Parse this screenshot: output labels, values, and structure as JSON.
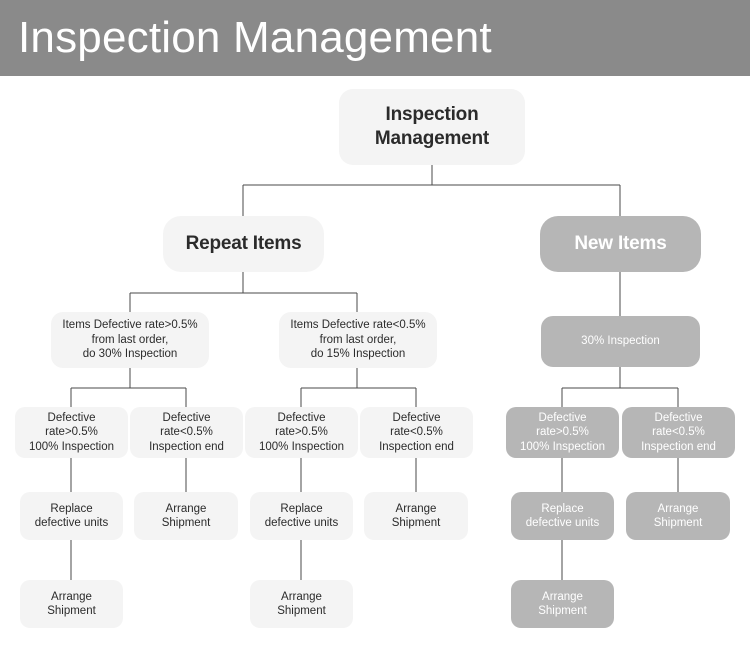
{
  "header": {
    "title": "Inspection Management",
    "background_color": "#8a8a8a",
    "text_color": "#ffffff"
  },
  "theme": {
    "page_background": "#ffffff",
    "node_light_bg": "#f4f4f4",
    "node_light_text": "#2b2b2b",
    "node_gray_bg": "#b6b6b6",
    "node_gray_text": "#ffffff",
    "edge_color": "#4a4a4a"
  },
  "chart_data": {
    "type": "diagram",
    "diagram_type": "flowchart-tree",
    "title": "Inspection Management",
    "orientation": "top-down",
    "nodes": [
      {
        "id": "root",
        "label": "Inspection Management",
        "lines": [
          "Inspection",
          "Management"
        ],
        "level": 0,
        "style": "light"
      },
      {
        "id": "repeat",
        "label": "Repeat Items",
        "lines": [
          "Repeat Items"
        ],
        "level": 1,
        "style": "light"
      },
      {
        "id": "new",
        "label": "New Items",
        "lines": [
          "New Items"
        ],
        "level": 1,
        "style": "gray"
      },
      {
        "id": "r-high",
        "label": "Items Defective rate>0.5% from last order, do 30% Inspection",
        "lines": [
          "Items Defective rate>0.5%",
          "from last order,",
          "do 30% Inspection"
        ],
        "level": 2,
        "style": "light"
      },
      {
        "id": "r-low",
        "label": "Items Defective rate<0.5% from last order, do 15% Inspection",
        "lines": [
          "Items Defective rate<0.5%",
          "from last order,",
          "do 15% Inspection"
        ],
        "level": 2,
        "style": "light"
      },
      {
        "id": "n-30",
        "label": "30% Inspection",
        "lines": [
          "30% Inspection"
        ],
        "level": 2,
        "style": "gray"
      },
      {
        "id": "rh-fail",
        "label": "Defective rate>0.5% 100% Inspection",
        "lines": [
          "Defective rate>0.5%",
          "100% Inspection"
        ],
        "level": 3,
        "style": "light"
      },
      {
        "id": "rh-pass",
        "label": "Defective rate<0.5% Inspection end",
        "lines": [
          "Defective rate<0.5%",
          "Inspection end"
        ],
        "level": 3,
        "style": "light"
      },
      {
        "id": "rl-fail",
        "label": "Defective rate>0.5% 100% Inspection",
        "lines": [
          "Defective rate>0.5%",
          "100% Inspection"
        ],
        "level": 3,
        "style": "light"
      },
      {
        "id": "rl-pass",
        "label": "Defective rate<0.5% Inspection end",
        "lines": [
          "Defective rate<0.5%",
          "Inspection end"
        ],
        "level": 3,
        "style": "light"
      },
      {
        "id": "n-fail",
        "label": "Defective rate>0.5% 100% Inspection",
        "lines": [
          "Defective rate>0.5%",
          "100% Inspection"
        ],
        "level": 3,
        "style": "gray"
      },
      {
        "id": "n-pass",
        "label": "Defective rate<0.5% Inspection end",
        "lines": [
          "Defective rate<0.5%",
          "Inspection end"
        ],
        "level": 3,
        "style": "gray"
      },
      {
        "id": "rh-replace",
        "label": "Replace defective units",
        "lines": [
          "Replace",
          "defective units"
        ],
        "level": 4,
        "style": "light"
      },
      {
        "id": "rh-ship",
        "label": "Arrange Shipment",
        "lines": [
          "Arrange Shipment"
        ],
        "level": 4,
        "style": "light"
      },
      {
        "id": "rl-replace",
        "label": "Replace defective units",
        "lines": [
          "Replace",
          "defective units"
        ],
        "level": 4,
        "style": "light"
      },
      {
        "id": "rl-ship",
        "label": "Arrange Shipment",
        "lines": [
          "Arrange Shipment"
        ],
        "level": 4,
        "style": "light"
      },
      {
        "id": "n-replace",
        "label": "Replace defective units",
        "lines": [
          "Replace",
          "defective units"
        ],
        "level": 4,
        "style": "gray"
      },
      {
        "id": "n-ship",
        "label": "Arrange Shipment",
        "lines": [
          "Arrange Shipment"
        ],
        "level": 4,
        "style": "gray"
      },
      {
        "id": "rh-ship2",
        "label": "Arrange Shipment",
        "lines": [
          "Arrange Shipment"
        ],
        "level": 5,
        "style": "light"
      },
      {
        "id": "rl-ship2",
        "label": "Arrange Shipment",
        "lines": [
          "Arrange Shipment"
        ],
        "level": 5,
        "style": "light"
      },
      {
        "id": "n-ship2",
        "label": "Arrange Shipment",
        "lines": [
          "Arrange Shipment"
        ],
        "level": 5,
        "style": "gray"
      }
    ],
    "edges": [
      {
        "from": "root",
        "to": "repeat"
      },
      {
        "from": "root",
        "to": "new"
      },
      {
        "from": "repeat",
        "to": "r-high"
      },
      {
        "from": "repeat",
        "to": "r-low"
      },
      {
        "from": "new",
        "to": "n-30"
      },
      {
        "from": "r-high",
        "to": "rh-fail"
      },
      {
        "from": "r-high",
        "to": "rh-pass"
      },
      {
        "from": "r-low",
        "to": "rl-fail"
      },
      {
        "from": "r-low",
        "to": "rl-pass"
      },
      {
        "from": "n-30",
        "to": "n-fail"
      },
      {
        "from": "n-30",
        "to": "n-pass"
      },
      {
        "from": "rh-fail",
        "to": "rh-replace"
      },
      {
        "from": "rh-pass",
        "to": "rh-ship"
      },
      {
        "from": "rl-fail",
        "to": "rl-replace"
      },
      {
        "from": "rl-pass",
        "to": "rl-ship"
      },
      {
        "from": "n-fail",
        "to": "n-replace"
      },
      {
        "from": "n-pass",
        "to": "n-ship"
      },
      {
        "from": "rh-replace",
        "to": "rh-ship2"
      },
      {
        "from": "rl-replace",
        "to": "rl-ship2"
      },
      {
        "from": "n-replace",
        "to": "n-ship2"
      }
    ]
  },
  "nodes": {
    "root": {
      "l1": "Inspection",
      "l2": "Management"
    },
    "repeat": {
      "l1": "Repeat Items"
    },
    "new": {
      "l1": "New Items"
    },
    "r_high": {
      "l1": "Items Defective rate>0.5%",
      "l2": "from last order,",
      "l3": "do 30% Inspection"
    },
    "r_low": {
      "l1": "Items Defective rate<0.5%",
      "l2": "from last order,",
      "l3": "do 15% Inspection"
    },
    "n_30": {
      "l1": "30% Inspection"
    },
    "rh_fail": {
      "l1": "Defective rate>0.5%",
      "l2": "100% Inspection"
    },
    "rh_pass": {
      "l1": "Defective rate<0.5%",
      "l2": "Inspection end"
    },
    "rl_fail": {
      "l1": "Defective rate>0.5%",
      "l2": "100% Inspection"
    },
    "rl_pass": {
      "l1": "Defective rate<0.5%",
      "l2": "Inspection end"
    },
    "n_fail": {
      "l1": "Defective rate>0.5%",
      "l2": "100% Inspection"
    },
    "n_pass": {
      "l1": "Defective rate<0.5%",
      "l2": "Inspection end"
    },
    "rh_replace": {
      "l1": "Replace",
      "l2": "defective units"
    },
    "rh_ship": {
      "l1": "Arrange Shipment"
    },
    "rl_replace": {
      "l1": "Replace",
      "l2": "defective units"
    },
    "rl_ship": {
      "l1": "Arrange Shipment"
    },
    "n_replace": {
      "l1": "Replace",
      "l2": "defective units"
    },
    "n_ship": {
      "l1": "Arrange Shipment"
    },
    "rh_ship2": {
      "l1": "Arrange Shipment"
    },
    "rl_ship2": {
      "l1": "Arrange Shipment"
    },
    "n_ship2": {
      "l1": "Arrange Shipment"
    }
  }
}
